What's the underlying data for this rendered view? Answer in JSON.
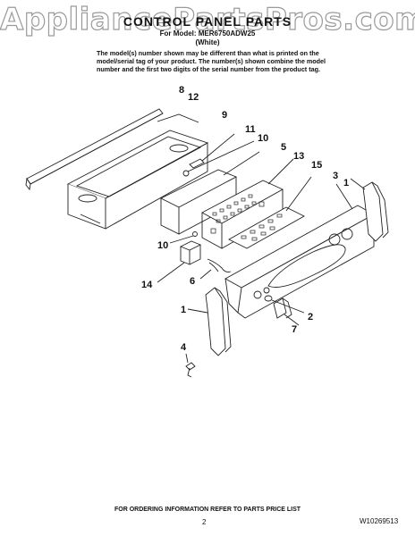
{
  "header": {
    "watermark": "AppliancePartsPros.com",
    "title": "CONTROL PANEL PARTS",
    "subtitle": "For Model: MER6750ADW25",
    "color": "(White)"
  },
  "note": "The model(s) number shown may be different than what is printed on the model/serial tag of your product. The number(s) shown combine the model number and the first two digits of the serial number from the product tag.",
  "callouts": {
    "c8": "8",
    "c12": "12",
    "c9": "9",
    "c11": "11",
    "c10a": "10",
    "c5": "5",
    "c13": "13",
    "c15": "15",
    "c3": "3",
    "c1a": "1",
    "c10b": "10",
    "c14": "14",
    "c6": "6",
    "c1b": "1",
    "c2": "2",
    "c7": "7",
    "c4": "4"
  },
  "footer": {
    "ordering": "FOR ORDERING INFORMATION REFER TO PARTS PRICE LIST",
    "page": "2",
    "doc_number": "W10269513"
  }
}
